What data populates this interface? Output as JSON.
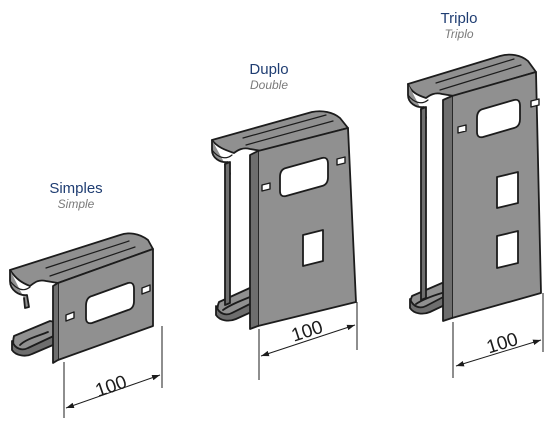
{
  "products": [
    {
      "name": "Simples",
      "subtitle": "Simple",
      "dimension": "100",
      "square_openings": 0
    },
    {
      "name": "Duplo",
      "subtitle": "Double",
      "dimension": "100",
      "square_openings": 1
    },
    {
      "name": "Triplo",
      "subtitle": "Triplo",
      "dimension": "100",
      "square_openings": 2
    }
  ],
  "colors": {
    "fill": "#909090",
    "fill_dark": "#6e6e6e",
    "outline": "#1c1c1c",
    "title": "#1f3d72",
    "subtitle": "#7a7a7a"
  }
}
